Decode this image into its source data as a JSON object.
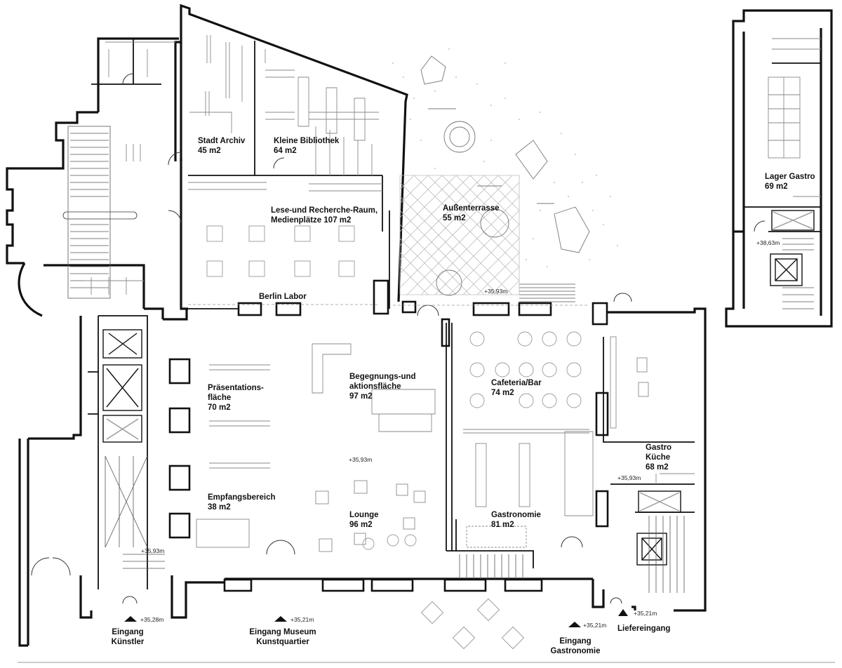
{
  "rooms": {
    "stadt_archiv": {
      "name": "Stadt Archiv",
      "area": "45 m2"
    },
    "kleine_bibliothek": {
      "name": "Kleine Bibliothek",
      "area": "64 m2"
    },
    "lese_raum": {
      "name": "Lese-und Recherche-Raum,",
      "area": "Medienplätze 107 m2"
    },
    "aussenterrasse": {
      "name": "Außenterrasse",
      "area": "55 m2"
    },
    "lager_gastro": {
      "name": "Lager Gastro",
      "area": "69 m2"
    },
    "berlin_labor": {
      "name": "Berlin Labor"
    },
    "praesentation": {
      "name_1": "Präsentations-",
      "name_2": "fläche",
      "area": "70 m2"
    },
    "begegnung": {
      "name_1": "Begegnungs-und",
      "name_2": "aktionsfläche",
      "area": "97 m2"
    },
    "cafeteria": {
      "name": "Cafeteria/Bar",
      "area": "74 m2"
    },
    "gastro_kueche": {
      "name_1": "Gastro",
      "name_2": "Küche",
      "area": "68 m2"
    },
    "empfang": {
      "name": "Empfangsbereich",
      "area": "38 m2"
    },
    "lounge": {
      "name": "Lounge",
      "area": "96 m2"
    },
    "gastronomie": {
      "name": "Gastronomie",
      "area": "81 m2"
    }
  },
  "elevations": {
    "terrasse": "+35,93m",
    "lager": "+38,63m",
    "center": "+35,93m",
    "kueche": "+35,93m",
    "kuenstler_stair": "+35,93m",
    "eingang_kuenstler": "+35,28m",
    "eingang_museum": "+35,21m",
    "eingang_gastronomie": "+35,21m",
    "liefereingang": "+35,21m"
  },
  "entrances": {
    "kuenstler": {
      "line_1": "Eingang",
      "line_2": "Künstler"
    },
    "museum": {
      "line_1": "Eingang Museum",
      "line_2": "Kunstquartier"
    },
    "gastronomie": {
      "line_1": "Eingang",
      "line_2": "Gastronomie"
    },
    "liefereingang": {
      "line_1": "Liefereingang"
    }
  },
  "colors": {
    "wall": "#111111",
    "furniture": "#8a8a8a",
    "light": "#bdbdbd",
    "background": "#ffffff"
  }
}
